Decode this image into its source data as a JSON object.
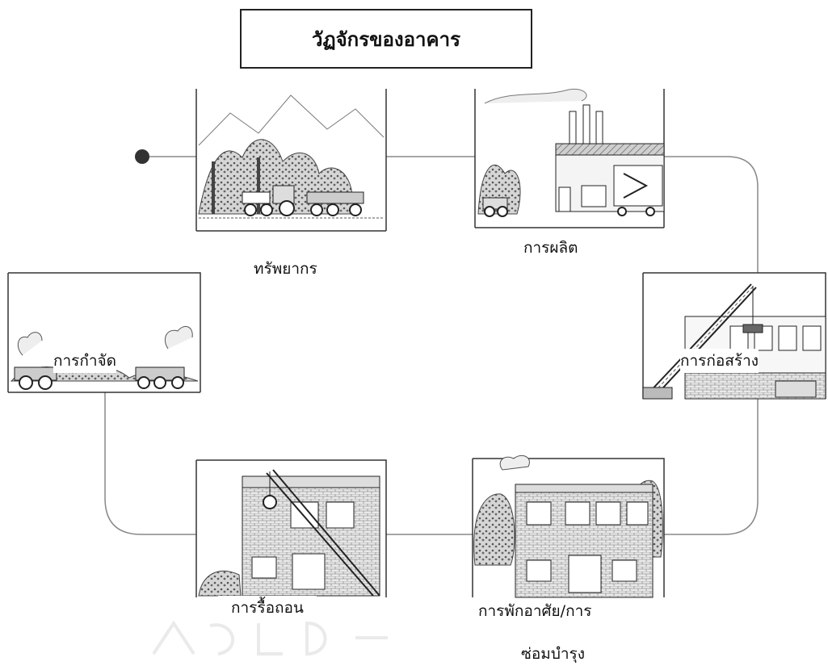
{
  "title": "วัฏจักรของอาคาร",
  "stages": [
    {
      "id": "resources",
      "label": "ทรัพยากร",
      "icon": "forest-machinery-illustration"
    },
    {
      "id": "production",
      "label": "การผลิต",
      "icon": "factory-illustration"
    },
    {
      "id": "construction",
      "label": "การก่อสร้าง",
      "icon": "crane-construction-illustration"
    },
    {
      "id": "occupancy",
      "label_line1": "การพักอาศัย/การ",
      "label_line2": "ซ่อมบำรุง",
      "icon": "occupied-building-illustration"
    },
    {
      "id": "demolition",
      "label": "การรื้อถอน",
      "icon": "demolition-crane-illustration"
    },
    {
      "id": "disposal",
      "label": "การกำจัด",
      "icon": "landfill-bulldozer-illustration"
    }
  ],
  "colors": {
    "line": "#888888",
    "ink": "#222222",
    "start_dot": "#333333"
  }
}
